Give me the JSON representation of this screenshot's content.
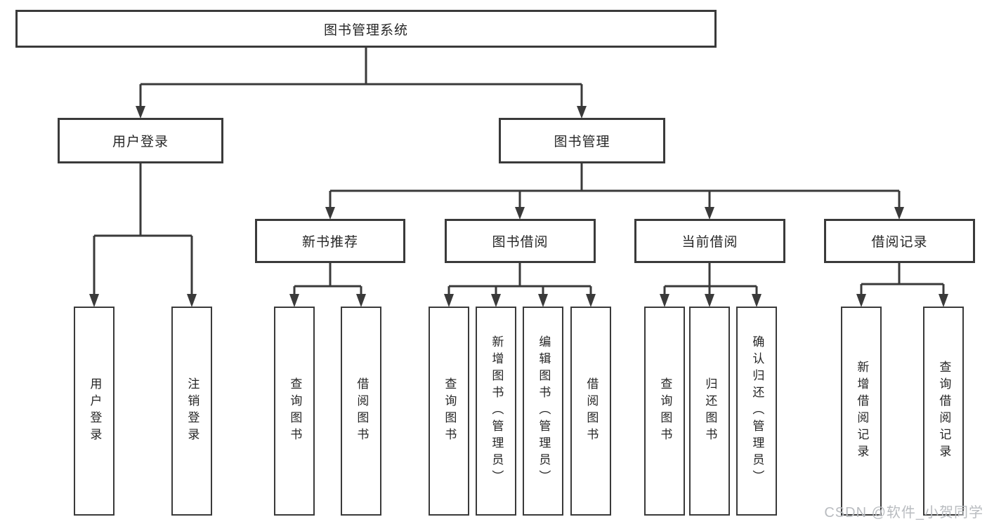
{
  "diagram": {
    "root": "图书管理系统",
    "level2": [
      {
        "label": "用户登录"
      },
      {
        "label": "图书管理"
      }
    ],
    "level3": [
      {
        "label": "新书推荐"
      },
      {
        "label": "图书借阅"
      },
      {
        "label": "当前借阅"
      },
      {
        "label": "借阅记录"
      }
    ],
    "leaves": {
      "userLogin": [
        "用户登录",
        "注销登录"
      ],
      "newBook": [
        "查询图书",
        "借阅图书"
      ],
      "bookBorrow": [
        "查询图书",
        "新增图书（管理员）",
        "编辑图书（管理员）",
        "借阅图书"
      ],
      "currentBorrow": [
        "查询图书",
        "归还图书",
        "确认归还（管理员）"
      ],
      "borrowRecord": [
        "新增借阅记录",
        "查询借阅记录"
      ]
    },
    "colors": {
      "line": "#3a3a3a",
      "text": "#262626"
    }
  },
  "watermark": {
    "text": "CSDN @软件_小贺同学",
    "color": "#b9bcc0"
  }
}
